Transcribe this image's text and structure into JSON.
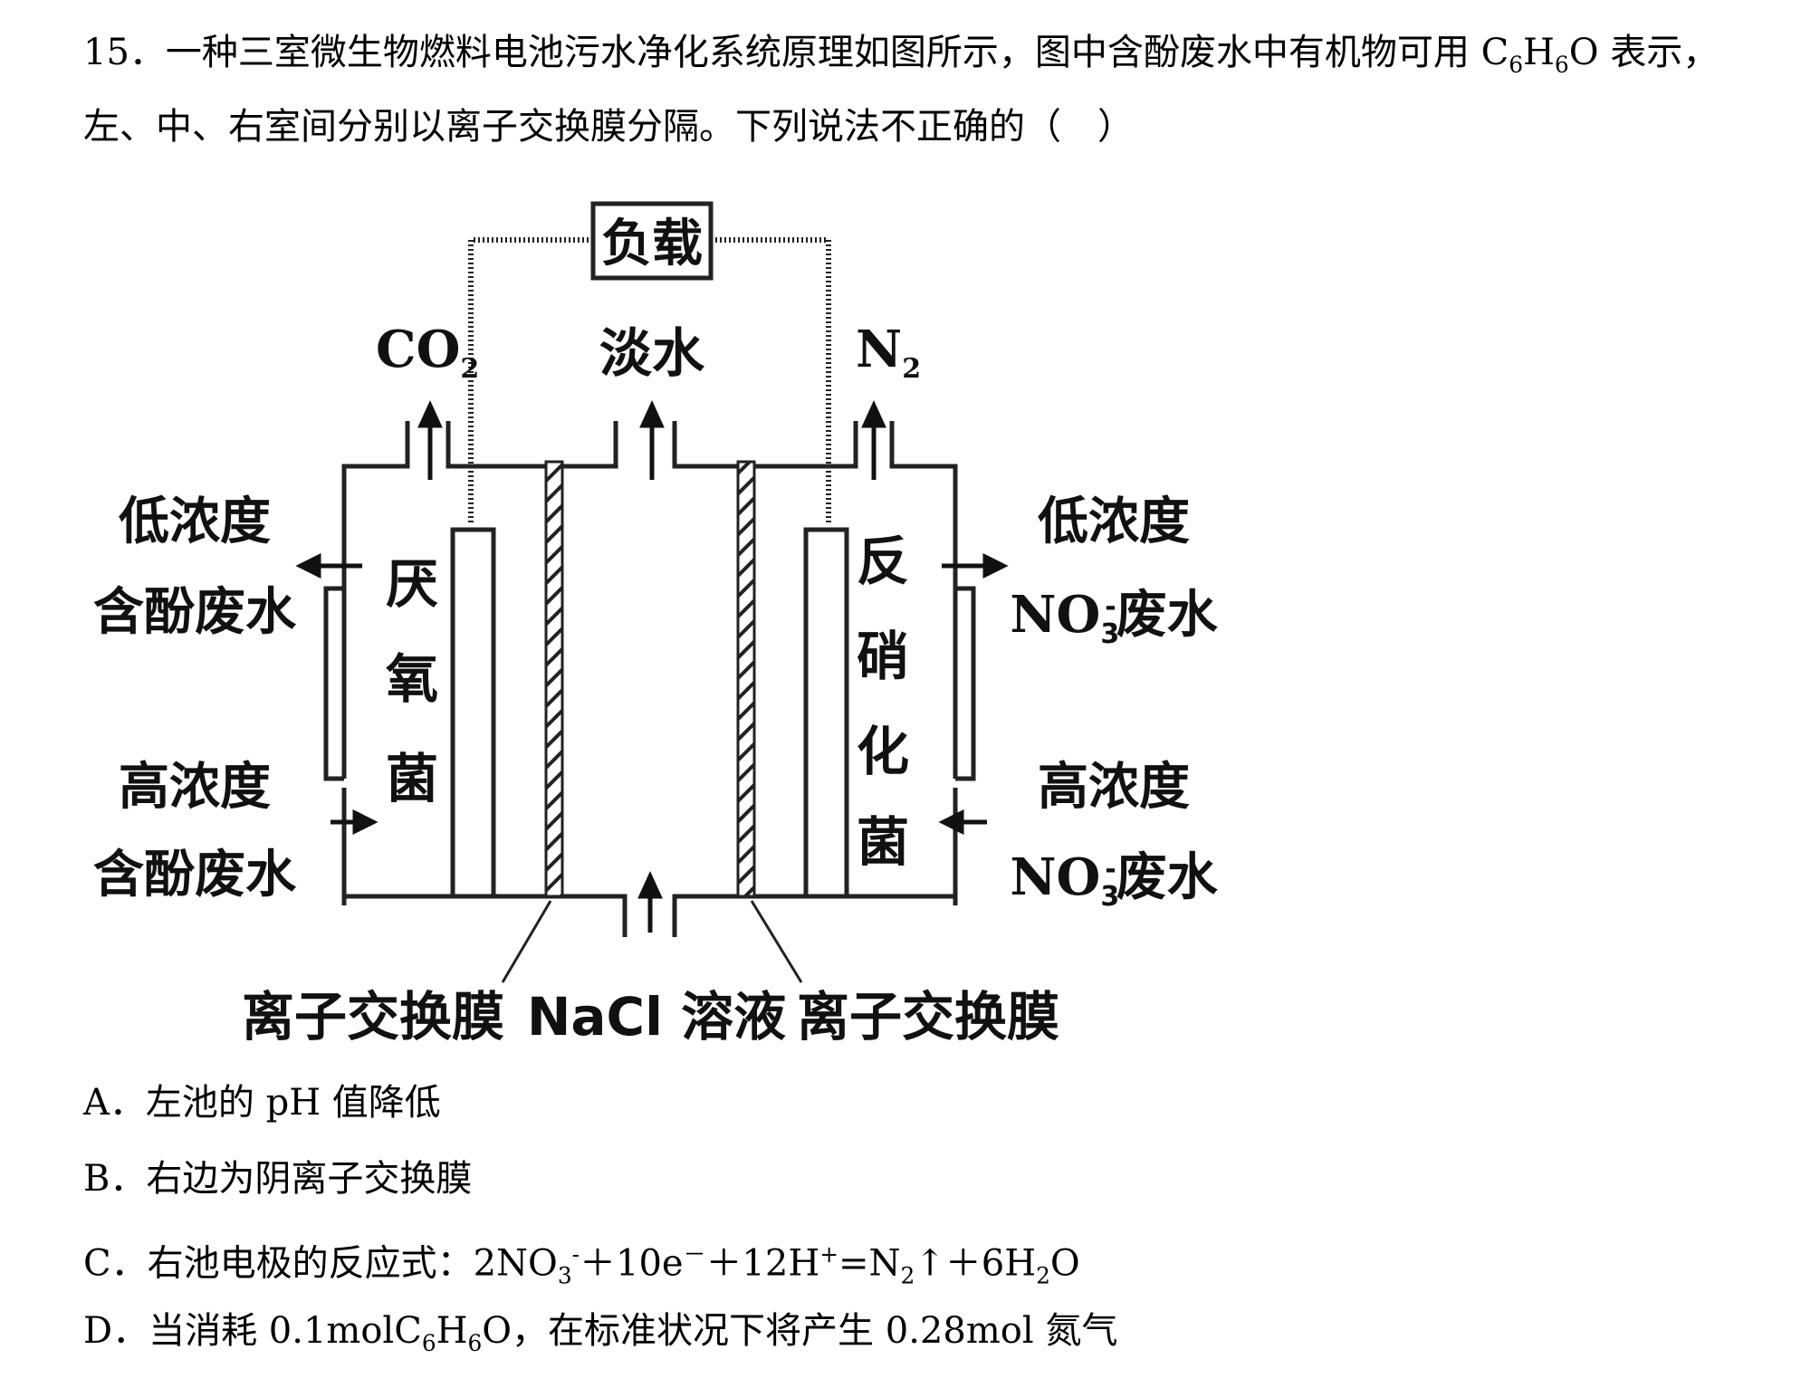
{
  "question": {
    "number": "15．",
    "line1": "一种三室微生物燃料电池污水净化系统原理如图所示，图中含酚废水中有机物可用 C",
    "line1_f_c": "6",
    "line1_f_h": "H",
    "line1_f_h_sub": "6",
    "line1_f_o": "O 表示，",
    "line2": "左、中、右室间分别以离子交换膜分隔。下列说法不正确的（　）"
  },
  "diagram": {
    "load": "负载",
    "fresh_water": "淡水",
    "co2": "CO",
    "co2_sub": "2",
    "n2": "N",
    "n2_sub": "2",
    "left_low_1": "低浓度",
    "left_low_2": "含酚废水",
    "left_high_1": "高浓度",
    "left_high_2": "含酚废水",
    "anaerobe": [
      "厌",
      "氧",
      "菌"
    ],
    "denitrifier": [
      "反",
      "硝",
      "化",
      "菌"
    ],
    "right_low_1": "低浓度",
    "right_low_2a": "NO",
    "right_low_2sub": "3",
    "right_low_2sup": "-",
    "right_low_2b": "废水",
    "right_high_1": "高浓度",
    "right_high_2a": "NO",
    "right_high_2sub": "3",
    "right_high_2sup": "-",
    "right_high_2b": "废水",
    "membrane_left": "离子交换膜",
    "nacl": "NaCl 溶液",
    "membrane_right": "离子交换膜"
  },
  "options": {
    "A": "A．左池的 pH 值降低",
    "B": "B．右边为阴离子交换膜",
    "C_pre": "C．右池电极的反应式：2NO",
    "C_sub3": "3",
    "C_sup": "-",
    "C_mid1": "＋10e",
    "C_sup_e": "－",
    "C_mid2": "＋12H",
    "C_sup_h": "+",
    "C_mid3": "=N",
    "C_sub2": "2",
    "C_mid4": "↑＋6H",
    "C_sub2b": "2",
    "C_end": "O",
    "D_pre": "D．当消耗 0.1molC",
    "D_sub6a": "6",
    "D_h": "H",
    "D_sub6b": "6",
    "D_end": "O，在标准状况下将产生 0.28mol 氮气"
  }
}
